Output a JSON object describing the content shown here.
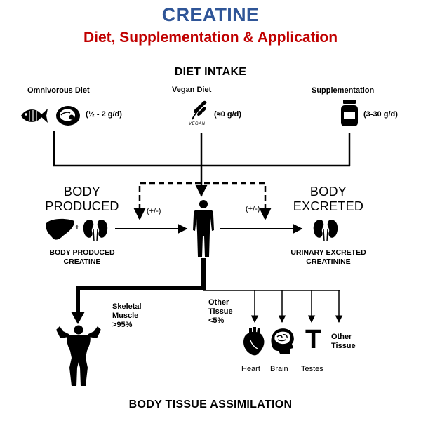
{
  "title": "CREATINE",
  "subtitle": "Diet, Supplementation & Application",
  "diet_intake": {
    "heading": "DIET INTAKE",
    "omnivorous": {
      "label": "Omnivorous Diet",
      "amount": "(½ - 2 g/d)"
    },
    "vegan": {
      "label": "Vegan Diet",
      "amount": "(≈0 g/d)",
      "badge": "VEGAN"
    },
    "supplementation": {
      "label": "Supplementation",
      "amount": "(3-30 g/d)"
    }
  },
  "body_produced": {
    "heading_line1": "BODY",
    "heading_line2": "PRODUCED",
    "caption_line1": "BODY PRODUCED",
    "caption_line2": "CREATINE",
    "plus": "+"
  },
  "body_excreted": {
    "heading_line1": "BODY",
    "heading_line2": "EXCRETED",
    "caption_line1": "URINARY EXCRETED",
    "caption_line2": "CREATININE"
  },
  "feedback": {
    "left": "(+/-)",
    "right": "(+/-)"
  },
  "skeletal_muscle": {
    "line1": "Skeletal",
    "line2": "Muscle",
    "line3": ">95%"
  },
  "other_tissue": {
    "line1": "Other",
    "line2": "Tissue",
    "line3": "<5%",
    "targets": [
      "Heart",
      "Brain",
      "Testes"
    ],
    "other_line1": "Other",
    "other_line2": "Tissue",
    "testes_symbol": "T"
  },
  "footer": "BODY TISSUE ASSIMILATION",
  "colors": {
    "title": "#2f5597",
    "subtitle": "#c00000",
    "ink": "#000000"
  }
}
